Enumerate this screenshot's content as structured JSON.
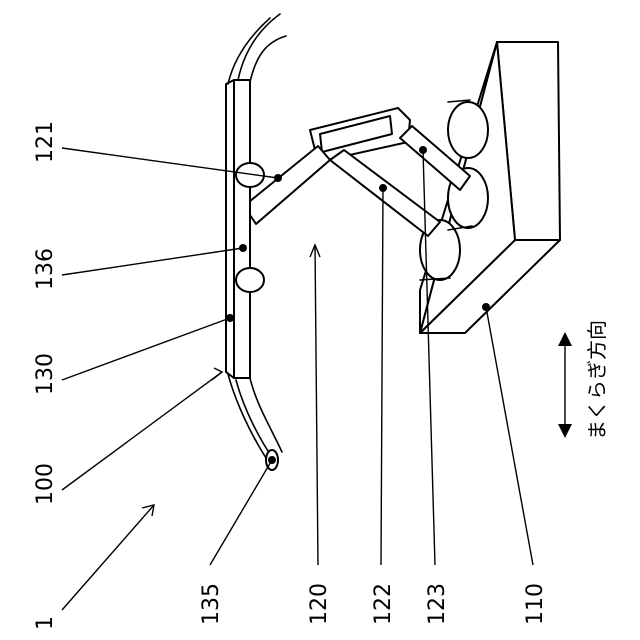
{
  "figure": {
    "reference_numerals": {
      "r1": "1",
      "r100": "100",
      "r110": "110",
      "r120": "120",
      "r121": "121",
      "r122": "122",
      "r123": "123",
      "r130": "130",
      "r135": "135",
      "r136": "136"
    },
    "direction_label": "まくらぎ方向"
  }
}
